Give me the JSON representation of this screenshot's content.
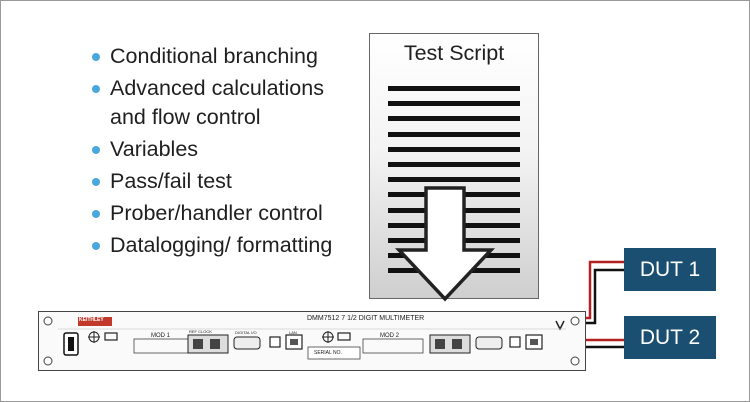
{
  "features": [
    {
      "label": "Conditional branching"
    },
    {
      "label": "Advanced calculations and flow control"
    },
    {
      "label": "Variables"
    },
    {
      "label": "Pass/fail test"
    },
    {
      "label": "Prober/handler control"
    },
    {
      "label": "Datalogging/ formatting"
    }
  ],
  "script": {
    "title": "Test Script"
  },
  "duts": [
    {
      "label": "DUT 1"
    },
    {
      "label": "DUT 2"
    }
  ],
  "instrument": {
    "model": "DMM7512 7 1/2 DIGIT MULTIMETER",
    "brand": "KEITHLEY",
    "mod1": "MOD 1",
    "mod2": "MOD 2",
    "serial_label": "SERIAL NO.",
    "digital_io_label": "DIGITAL I/O",
    "lan_label": "LAN",
    "refclock_label": "REF CLOCK"
  },
  "colors": {
    "bullet": "#4aa7d9",
    "dut_box": "#1a4f72",
    "wire_red": "#b22222",
    "wire_black": "#111111"
  }
}
